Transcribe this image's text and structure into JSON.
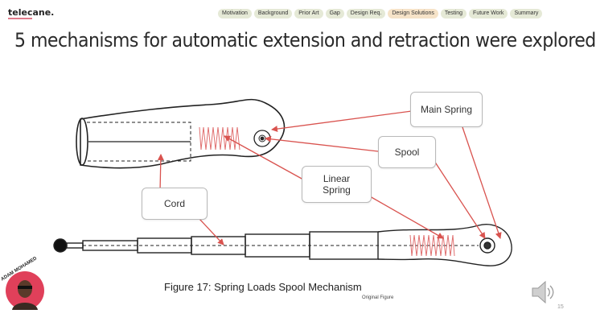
{
  "brand": {
    "logo": "telecane."
  },
  "nav": {
    "items": [
      {
        "label": "Motivation"
      },
      {
        "label": "Background"
      },
      {
        "label": "Prior Art"
      },
      {
        "label": "Gap"
      },
      {
        "label": "Design Req."
      },
      {
        "label": "Design Solutions",
        "active": true
      },
      {
        "label": "Testing"
      },
      {
        "label": "Future Work"
      },
      {
        "label": "Summary"
      }
    ]
  },
  "slide": {
    "title": "5 mechanisms for automatic extension and retraction were explored",
    "labels": {
      "main_spring": "Main Spring",
      "spool": "Spool",
      "linear_spring_line1": "Linear",
      "linear_spring_line2": "Spring",
      "cord": "Cord"
    },
    "caption": "Figure 17: Spring Loads Spool Mechanism",
    "subcaption": "Original Figure",
    "author": "ADAM MOHAMED",
    "page_number": "15"
  },
  "colors": {
    "arrow": "#d9534f",
    "spring": "#e07070",
    "nav_bg": "#e5e9d6",
    "nav_active": "#f6e3c8",
    "avatar_bg": "#e0405a"
  },
  "icons": {
    "speaker": "speaker-icon",
    "avatar": "author-avatar"
  }
}
